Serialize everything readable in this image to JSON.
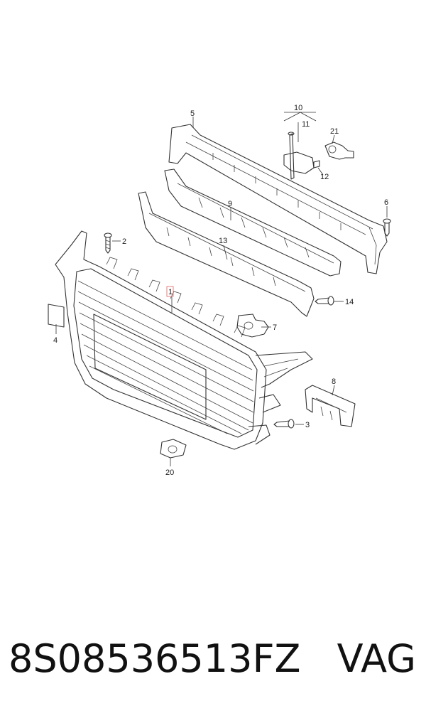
{
  "callouts": {
    "c1": "1",
    "c2": "2",
    "c3": "3",
    "c4": "4",
    "c5": "5",
    "c6": "6",
    "c7": "7",
    "c8": "8",
    "c9": "9",
    "c10": "10",
    "c11": "11",
    "c12": "12",
    "c13": "13",
    "c14": "14",
    "c20": "20",
    "c21": "21"
  },
  "footer": {
    "part_number": "8S08536513FZ",
    "brand": "VAG"
  },
  "colors": {
    "line": "#333333",
    "highlight": "#e06060"
  }
}
